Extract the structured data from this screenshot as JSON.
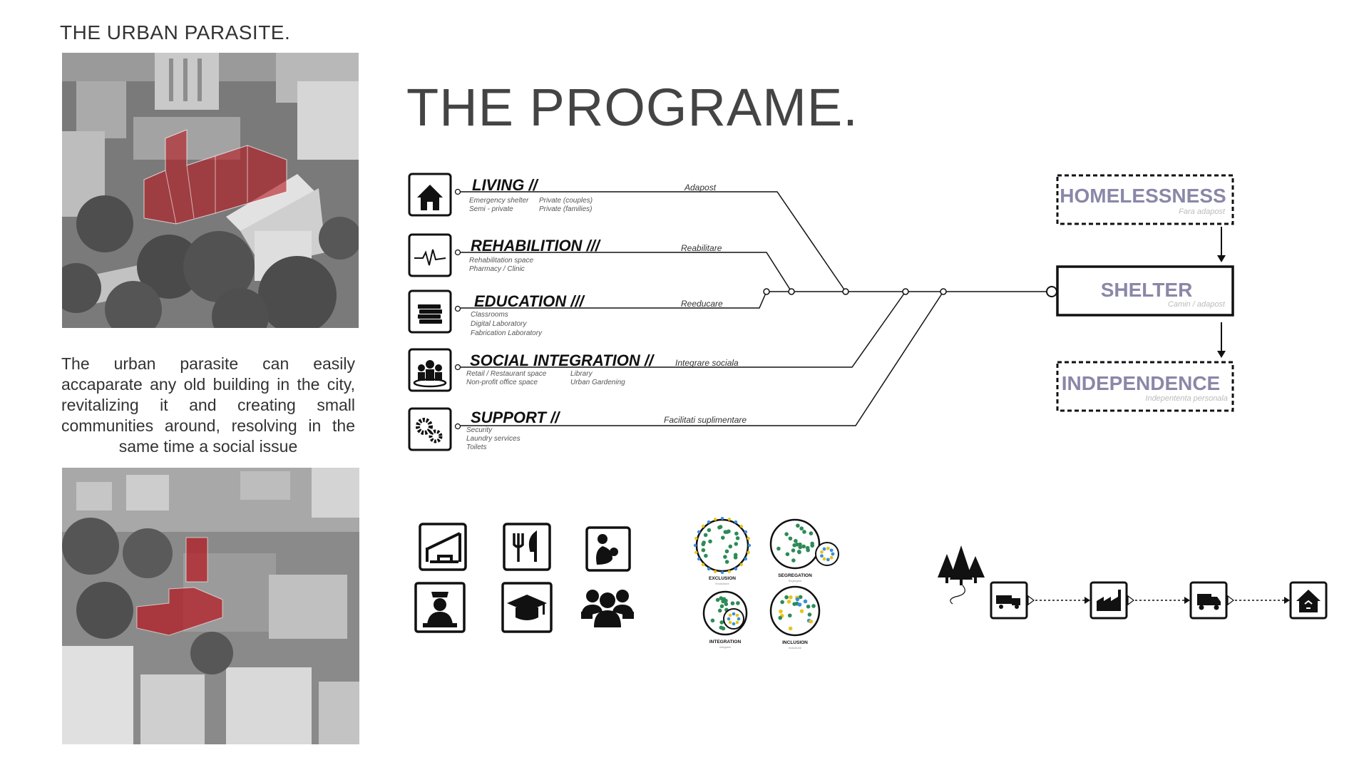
{
  "header": {
    "title": "THE URBAN PARASITE."
  },
  "page": {
    "title": "THE PROGRAME."
  },
  "description": "The urban parasite can  easily accaparate any old building in the city, revitalizing it and creating small communities around, resolving in the same time a social issue",
  "program": [
    {
      "title": "LIVING //",
      "tag": "Adapost",
      "icon": "house-icon",
      "details": [
        "Emergency shelter",
        "Private (couples)",
        "Semi - private",
        "Private (families)"
      ]
    },
    {
      "title": "REHABILITION ///",
      "tag": "Reabilitare",
      "icon": "heartbeat-icon",
      "details": [
        "Rehabilitation space",
        "Pharmacy / Clinic"
      ]
    },
    {
      "title": "EDUCATION ///",
      "tag": "Reeducare",
      "icon": "books-icon",
      "details": [
        "Classrooms",
        "Digital Laboratory",
        "Fabrication Laboratory"
      ]
    },
    {
      "title": "SOCIAL INTEGRATION //",
      "tag": "Integrare sociala",
      "icon": "community-icon",
      "details": [
        "Retail / Restaurant space",
        "Library",
        "Non-profit office space",
        "Urban Gardening"
      ]
    },
    {
      "title": "SUPPORT //",
      "tag": "Facilitati suplimentare",
      "icon": "gears-icon",
      "details": [
        "Security",
        "Laundry services",
        "Toilets"
      ]
    }
  ],
  "states": [
    {
      "title": "HOMELESSNESS",
      "sub": "Fara adapost"
    },
    {
      "title": "SHELTER",
      "sub": "Camin / adapost"
    },
    {
      "title": "INDEPENDENCE",
      "sub": "Indepententa personala"
    }
  ],
  "social_models": [
    {
      "label": "EXCLUSION",
      "sub": "Excluziune"
    },
    {
      "label": "SEGREGATION",
      "sub": "Segregare"
    },
    {
      "label": "INTEGRATION",
      "sub": "Integrare"
    },
    {
      "label": "INCLUSION",
      "sub": "Incluziune"
    }
  ],
  "service_icons": [
    "bed-icon",
    "cutlery-icon",
    "mother-child-icon",
    "nurse-icon",
    "graduation-cap-icon",
    "group-icon"
  ],
  "supply_chain": [
    "forest-icon",
    "log-truck-icon",
    "factory-icon",
    "delivery-truck-icon",
    "recycle-house-icon"
  ],
  "colors": {
    "accent": "#8a87a8",
    "highlight": "#b5161c",
    "dot_green": "#2e8b57",
    "dot_yellow": "#e6c619",
    "dot_blue": "#3a8fd9"
  }
}
